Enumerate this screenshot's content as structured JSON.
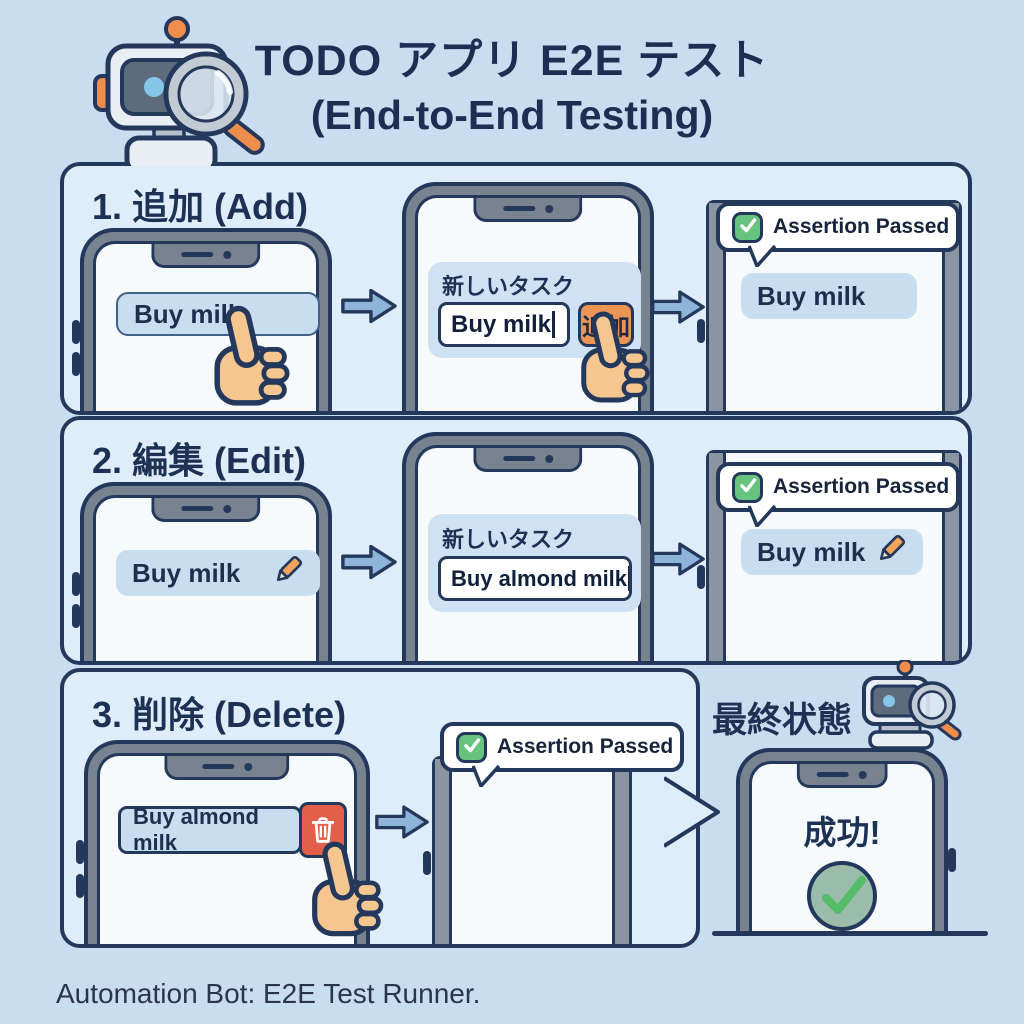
{
  "header": {
    "title_line1": "TODO アプリ E2E テスト",
    "title_line2": "(End-to-End Testing)"
  },
  "steps": {
    "add": {
      "heading": "1. 追加 (Add)",
      "phone1": {
        "task": "Buy milk"
      },
      "phone2": {
        "input_label": "新しいタスク",
        "input_value": "Buy milk",
        "add_button": "追加"
      },
      "phone3": {
        "assertion": "Assertion Passed",
        "task": "Buy milk"
      }
    },
    "edit": {
      "heading": "2. 編集 (Edit)",
      "phone1": {
        "task": "Buy milk"
      },
      "phone2": {
        "input_label": "新しいタスク",
        "input_value": "Buy almond milk"
      },
      "phone3": {
        "assertion": "Assertion Passed",
        "task": "Buy milk"
      }
    },
    "delete": {
      "heading": "3. 削除 (Delete)",
      "phone1": {
        "task": "Buy almond milk"
      },
      "phone2": {
        "assertion": "Assertion Passed"
      }
    }
  },
  "final_state": {
    "heading": "最終状態",
    "success_text": "成功!"
  },
  "footer": {
    "caption": "Automation Bot: E2E Test Runner."
  },
  "colors": {
    "background": "#c8ddf0",
    "panel": "#dfecf9",
    "outline_navy": "#24385c",
    "accent_orange": "#ea9455",
    "danger_red": "#e2604a",
    "success_green": "#66c47e",
    "arrow_blue": "#8fb4d9"
  }
}
